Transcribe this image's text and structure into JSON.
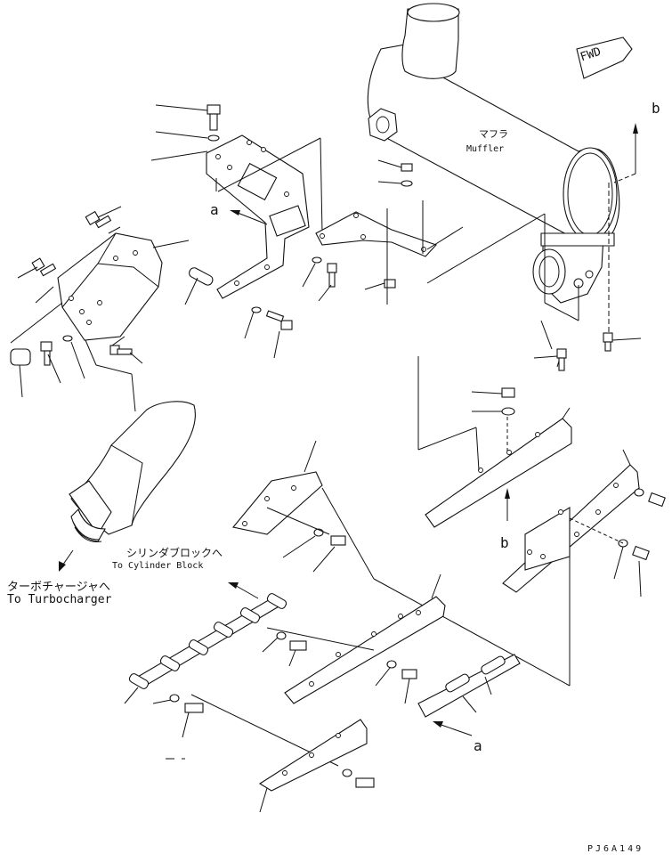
{
  "callouts": {
    "a_top": "a",
    "a_bottom": "a",
    "b_top": "b",
    "b_bottom": "b"
  },
  "labels": {
    "fwd": "FWD",
    "muffler_jp": "マフラ",
    "muffler_en": "Muffler",
    "cylinder_jp": "シリンダブロックへ",
    "cylinder_en": "To Cylinder Block",
    "turbo_jp": "ターボチャージャへ",
    "turbo_en": "To Turbocharger",
    "drawing_code": "PJ6A149"
  }
}
